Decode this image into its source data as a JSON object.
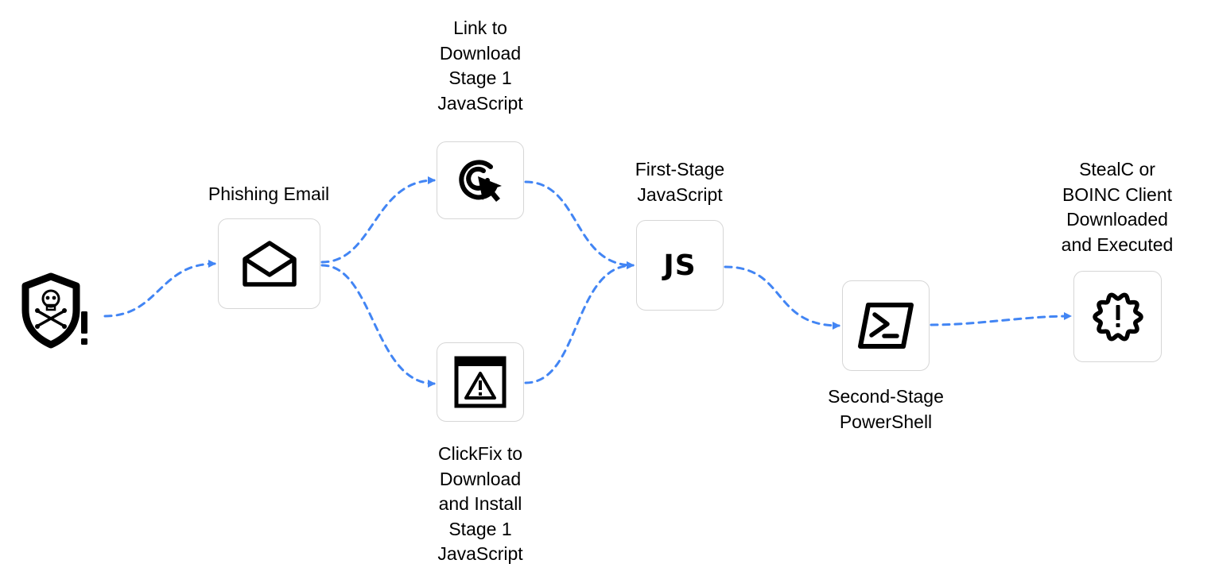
{
  "colors": {
    "edge": "#4285f4",
    "node_border": "#d6d6d6",
    "icon": "#000000"
  },
  "nodes": {
    "threat": {
      "icon": "shield-skull-alert-icon"
    },
    "email": {
      "label": [
        "Phishing Email"
      ],
      "icon": "open-envelope-icon"
    },
    "link": {
      "label": [
        "Link to",
        "Download",
        "Stage 1",
        "JavaScript"
      ],
      "icon": "cursor-click-icon"
    },
    "clickfix": {
      "label": [
        "ClickFix to",
        "Download",
        "and Install",
        "Stage 1",
        "JavaScript"
      ],
      "icon": "warning-window-icon"
    },
    "js": {
      "label": [
        "First-Stage",
        "JavaScript"
      ],
      "icon_text": "JS"
    },
    "ps": {
      "label": [
        "Second-Stage",
        "PowerShell"
      ],
      "icon": "powershell-icon"
    },
    "final": {
      "label": [
        "StealC or",
        "BOINC Client",
        "Downloaded",
        "and Executed"
      ],
      "icon": "alert-badge-icon"
    }
  },
  "edges": [
    {
      "from": "threat",
      "to": "email"
    },
    {
      "from": "email",
      "to": "link"
    },
    {
      "from": "email",
      "to": "clickfix"
    },
    {
      "from": "link",
      "to": "js"
    },
    {
      "from": "clickfix",
      "to": "js"
    },
    {
      "from": "js",
      "to": "ps"
    },
    {
      "from": "ps",
      "to": "final"
    }
  ]
}
